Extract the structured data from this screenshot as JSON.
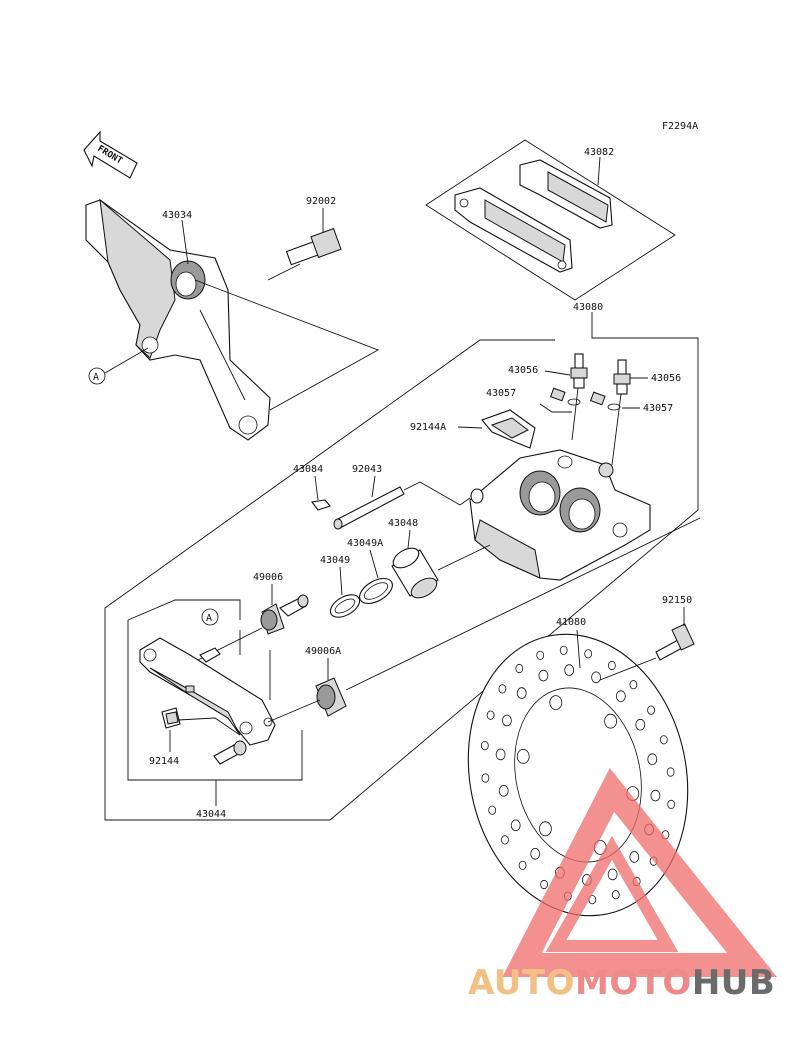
{
  "figure_code": "F2294A",
  "front_label": "FRONT",
  "callout_a": "A",
  "parts": {
    "p43034": "43034",
    "p92002": "92002",
    "p43082": "43082",
    "p43080": "43080",
    "p43056_left": "43056",
    "p43056_right": "43056",
    "p43057_left": "43057",
    "p43057_right": "43057",
    "p92144A": "92144A",
    "p43084": "43084",
    "p92043": "92043",
    "p43048": "43048",
    "p43049A": "43049A",
    "p43049": "43049",
    "p49006": "49006",
    "p49006A": "49006A",
    "p92144": "92144",
    "p43044": "43044",
    "p41080": "41080",
    "p92150": "92150"
  },
  "watermark": {
    "part1": "AUTO",
    "part2": "MOTO",
    "part3": "HUB",
    "color1": "#f2c084",
    "color2": "#ef8a8a",
    "color3": "#6b6b6b",
    "triangle_color": "#ef6b6b"
  }
}
